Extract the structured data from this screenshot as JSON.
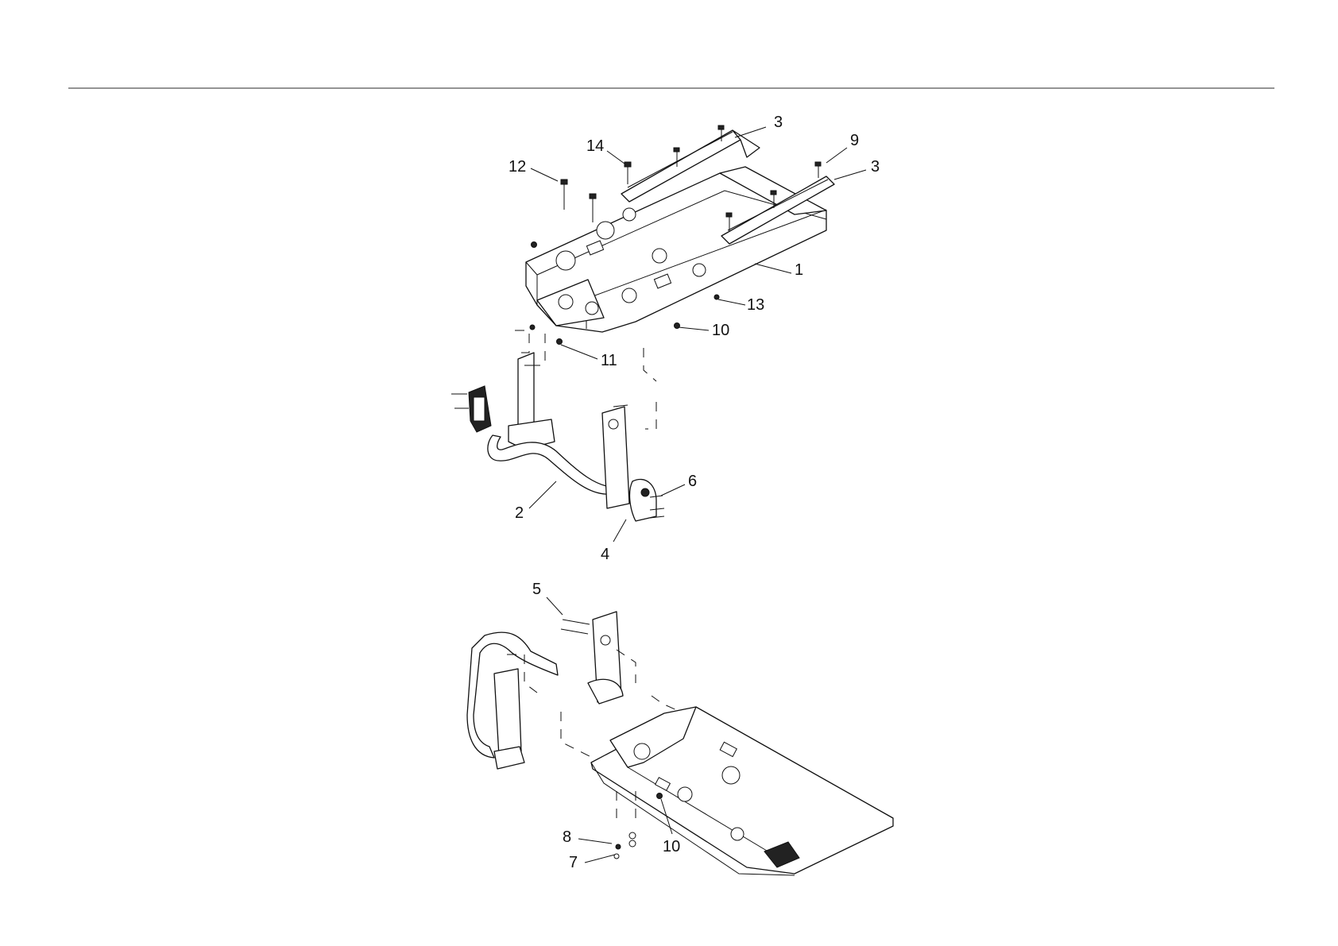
{
  "diagram": {
    "callouts": [
      {
        "id": "c-3a",
        "label": "3"
      },
      {
        "id": "c-14",
        "label": "14"
      },
      {
        "id": "c-9",
        "label": "9"
      },
      {
        "id": "c-3b",
        "label": "3"
      },
      {
        "id": "c-12",
        "label": "12"
      },
      {
        "id": "c-1",
        "label": "1"
      },
      {
        "id": "c-13",
        "label": "13"
      },
      {
        "id": "c-10a",
        "label": "10"
      },
      {
        "id": "c-11",
        "label": "11"
      },
      {
        "id": "c-6",
        "label": "6"
      },
      {
        "id": "c-2",
        "label": "2"
      },
      {
        "id": "c-4",
        "label": "4"
      },
      {
        "id": "c-5",
        "label": "5"
      },
      {
        "id": "c-8",
        "label": "8"
      },
      {
        "id": "c-7",
        "label": "7"
      },
      {
        "id": "c-10b",
        "label": "10"
      }
    ]
  }
}
